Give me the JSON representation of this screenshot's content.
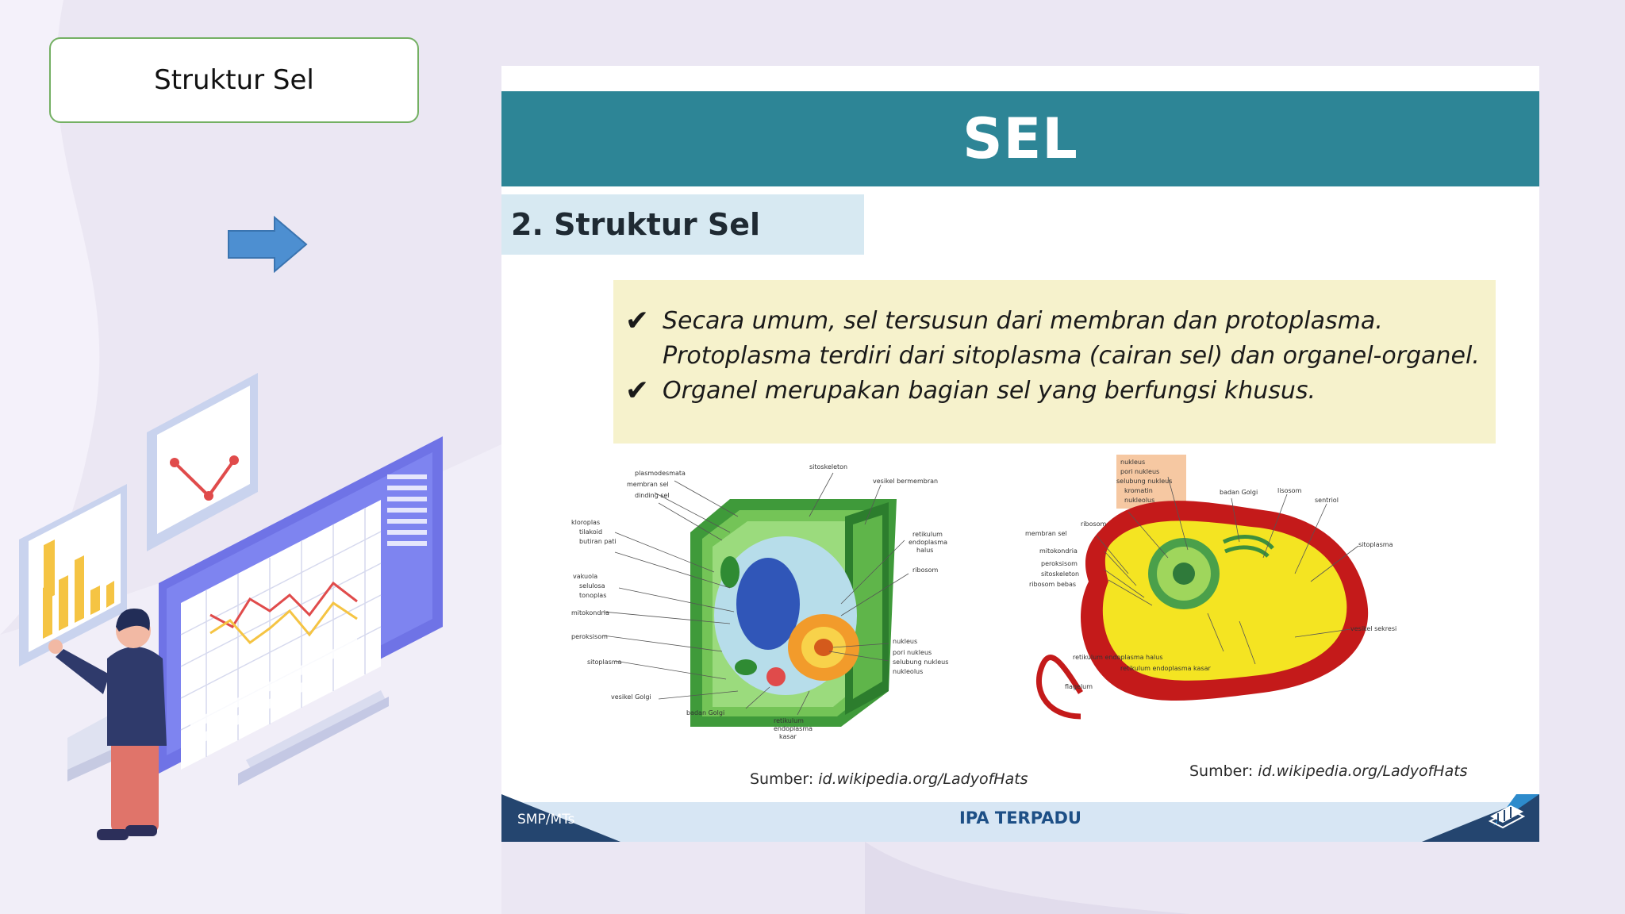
{
  "left_panel": {
    "title": "Struktur Sel"
  },
  "slide": {
    "title": "SEL",
    "section_heading": "2. Struktur Sel",
    "bullets": [
      {
        "lines": [
          "Secara umum, sel tersusun dari membran dan protoplasma.",
          "Protoplasma terdiri dari sitoplasma (cairan sel) dan organel-organel."
        ]
      },
      {
        "lines": [
          "Organel merupakan bagian sel yang berfungsi khusus."
        ]
      }
    ],
    "plant_cell_labels": [
      "plasmodesmata",
      "membran sel",
      "dinding sel",
      "sitoskeleton",
      "vesikel bermembran",
      "kloroplas",
      "tilakoid",
      "butiran pati",
      "vakuola",
      "selulosa",
      "tonoplas",
      "mitokondria",
      "peroksisom",
      "sitoplasma",
      "vesikel Golgi",
      "badan Golgi",
      "retikulum endoplasma halus",
      "ribosom",
      "retikulum endoplasma kasar",
      "nukleus",
      "pori nukleus",
      "selubung nukleus",
      "nukleolus"
    ],
    "animal_cell_labels": [
      "nukleus",
      "pori nukleus",
      "selubung nukleus",
      "kromatin",
      "nukleolus",
      "ribosom",
      "badan Golgi",
      "lisosom",
      "sentriol",
      "membran sel",
      "mitokondria",
      "peroksisom",
      "sitoskeleton",
      "ribosom bebas",
      "sitoplasma",
      "vesikel sekresi",
      "retikulum endoplasma halus",
      "retikulum endoplasma kasar",
      "flagelum"
    ],
    "source_prefix": "Sumber: ",
    "source_1": "id.wikipedia.org/LadyofHats",
    "source_2": "id.wikipedia.org/LadyofHats",
    "footer_left": "SMP/MTs",
    "footer_center": "IPA TERPADU"
  },
  "colors": {
    "header_teal": "#2d8596",
    "section_bar": "#d7e9f2",
    "text_box": "#f6f2cc",
    "title_box_border": "#74b063",
    "arrow_blue": "#4d8fd1",
    "footer_blue": "#1d4f86"
  },
  "icons": {
    "arrow": "right-arrow-icon",
    "check": "checkmark-icon"
  }
}
